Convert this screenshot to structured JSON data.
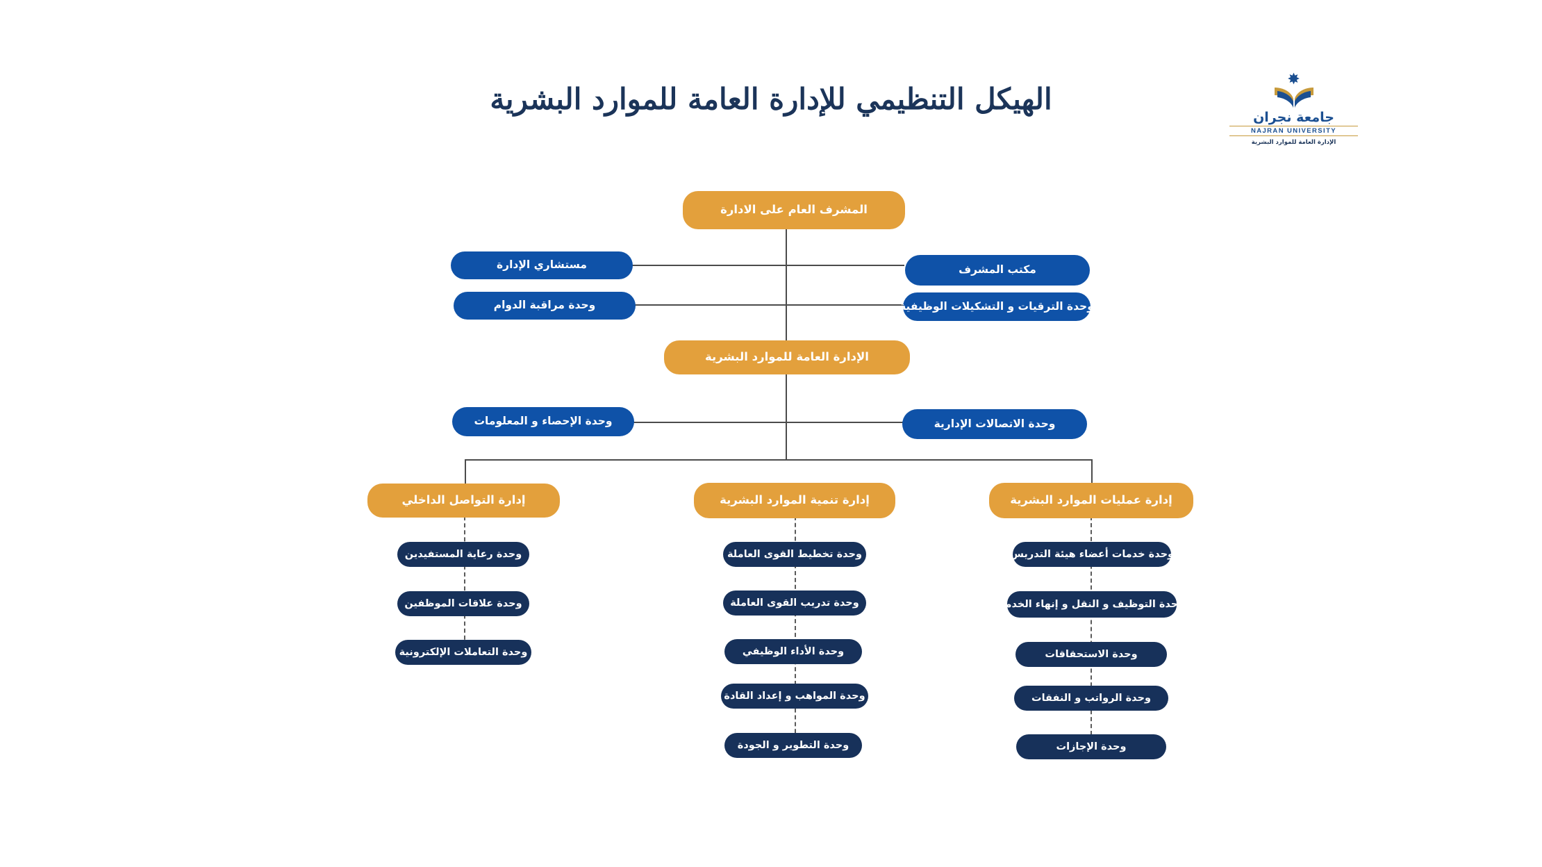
{
  "page": {
    "title": "الهيكل التنظيمي للإدارة العامة للموارد البشرية",
    "background_color": "#ffffff"
  },
  "brand": {
    "name_ar": "جامعة نجران",
    "name_en": "NAJRAN UNIVERSITY",
    "department": "الإدارة العامة للموارد البشرية",
    "star_glyph": "✸",
    "primary_color": "#1b4f91",
    "accent_color": "#c79a3b"
  },
  "palette": {
    "orange": "#e3a03c",
    "blue": "#0f52a8",
    "navy": "#17315a",
    "line": "#4b4b4b",
    "title_color": "#1b3459"
  },
  "chart_data": {
    "type": "org-chart",
    "title": "الهيكل التنظيمي للإدارة العامة للموارد البشرية",
    "nodes": {
      "supervisor": "المشرف العام على الادارة",
      "advisors": "مستشاري الإدارة",
      "supervisor_office": "مكتب المشرف",
      "attendance_unit": "وحدة مراقبة الدوام",
      "promotions_unit": "وحدة الترقيات و التشكيلات الوظيفية",
      "general_department": "الإدارة العامة للموارد البشرية",
      "statistics_unit": "وحدة الإحصاء و المعلومات",
      "admin_comms_unit": "وحدة الاتصالات الإدارية"
    },
    "departments": [
      {
        "key": "internal-communication",
        "label": "إدارة التواصل الداخلي",
        "units": [
          "وحدة رعاية المستفيدين",
          "وحدة علاقات الموظفين",
          "وحدة التعاملات الإلكترونية"
        ]
      },
      {
        "key": "hr-development",
        "label": "إدارة تنمية الموارد البشرية",
        "units": [
          "وحدة تخطيط القوى العاملة",
          "وحدة تدريب القوى العاملة",
          "وحدة الأداء الوظيفي",
          "وحدة المواهب و إعداد القادة",
          "وحدة التطوير و الجودة"
        ]
      },
      {
        "key": "hr-operations",
        "label": "إدارة عمليات الموارد البشرية",
        "units": [
          "وحدة خدمات أعضاء هيئة التدريس",
          "وحدة التوظيف و النقل و إنهاء الخدمة",
          "وحدة الاستحقاقات",
          "وحدة الرواتب و النفقات",
          "وحدة الإجازات"
        ]
      }
    ]
  }
}
